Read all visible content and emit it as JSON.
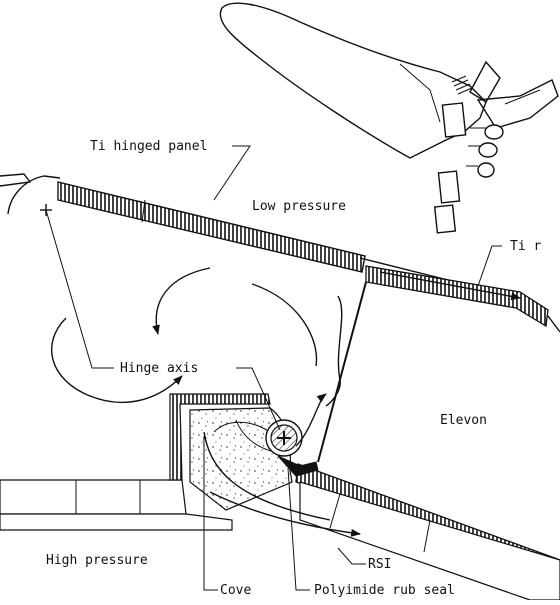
{
  "labels": {
    "ti_hinged_panel": "Ti hinged panel",
    "low_pressure": "Low pressure",
    "ti_rub_strip_partial": "Ti r",
    "hinge_axis": "Hinge axis",
    "elevon": "Elevon",
    "high_pressure": "High pressure",
    "rsi": "RSI",
    "cove": "Cove",
    "polyimide_rub_seal": "Polyimide rub seal"
  },
  "icons": {
    "orbiter": "space-shuttle-orbiter-icon",
    "hinge": "hinge-axis-cross-icon"
  },
  "colors": {
    "ink": "#111111",
    "paper": "#ffffff"
  }
}
